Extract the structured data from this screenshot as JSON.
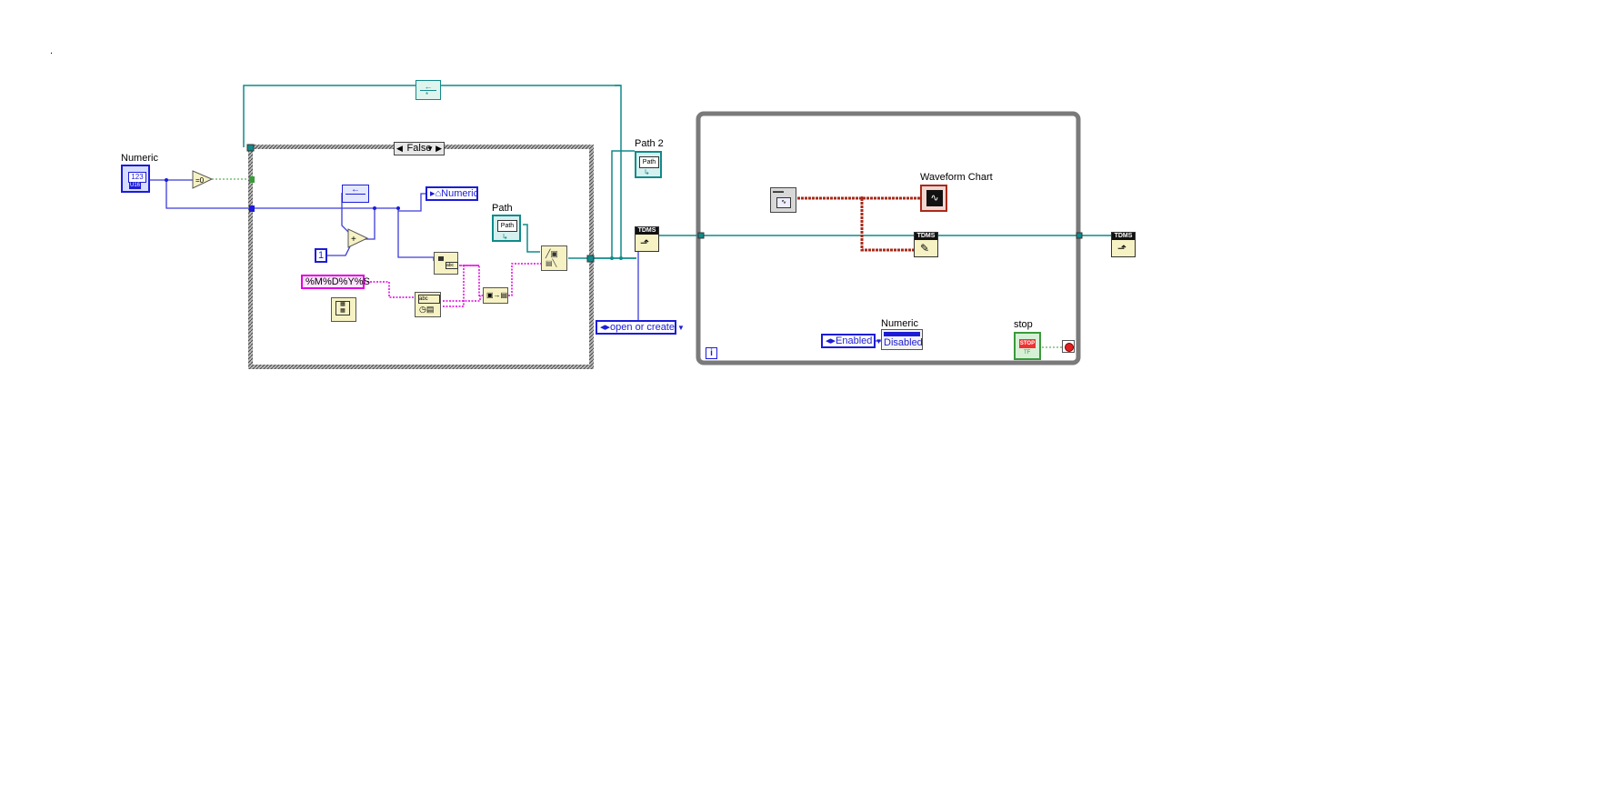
{
  "labels": {
    "dot": ".",
    "numeric_control": "Numeric",
    "numeric_control_glyph": "123",
    "numeric_control_type": "U16",
    "numeric_local": "Numeric",
    "case_selector": "False",
    "path": "Path",
    "path_glyph": "Path",
    "path2": "Path 2",
    "path2_glyph": "Path",
    "const_one": "1",
    "format_string": "%M%D%Y%S",
    "open_or_create": "open or create",
    "waveform_chart": "Waveform Chart",
    "enum_enabled": "Enabled",
    "numeric_property": "Numeric",
    "disabled_value": "Disabled",
    "stop": "stop",
    "stop_glyph": "STOP",
    "stop_type": "TF",
    "tdms_open": "TDMS",
    "tdms_write": "TDMS",
    "tdms_close": "TDMS",
    "loop_iteration": "i"
  },
  "icons": {
    "numeric_control": "numeric-terminal-icon",
    "equals_zero": "equal-to-zero-icon",
    "shift_register": "feedback-node-icon",
    "add": "add-icon",
    "path_terminal": "path-terminal-icon",
    "build_path": "build-path-icon",
    "format_date_time": "format-date-time-icon",
    "get_date_time": "get-date-time-icon",
    "concatenate": "concatenate-strings-icon",
    "number_to_string": "number-to-string-icon",
    "tdms_open": "tdms-open-icon",
    "tdms_write": "tdms-write-icon",
    "tdms_close": "tdms-close-icon",
    "simulate_signal": "daq-read-icon",
    "waveform_chart": "waveform-chart-icon",
    "stop_button": "stop-button-icon",
    "loop_condition": "loop-stop-condition-icon"
  },
  "colors": {
    "numeric_wire": "#3c3cd8",
    "string_wire": "#e000e0",
    "path_wire": "#108a8a",
    "waveform_wire": "#a82a1a",
    "boolean_wire": "#3a9a3a",
    "structure_border": "#555555"
  }
}
